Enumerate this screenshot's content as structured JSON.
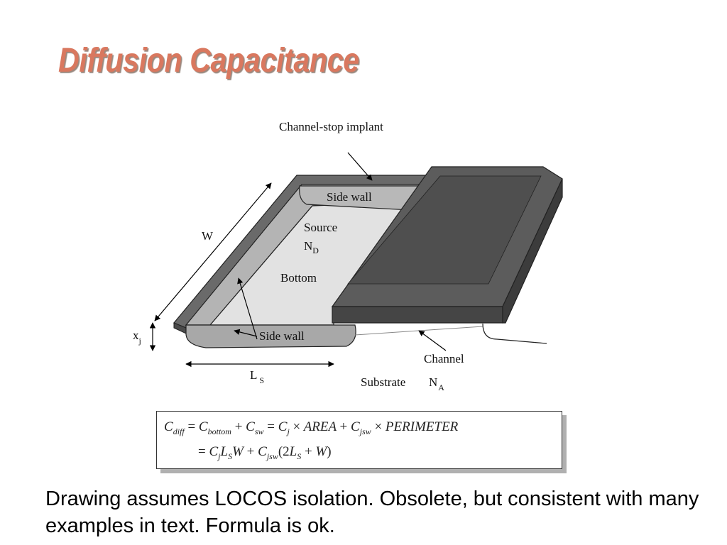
{
  "title": "Diffusion Capacitance",
  "diagram": {
    "labels": {
      "channel_stop": "Channel-stop implant",
      "side_wall_top": "Side wall",
      "source": "Source",
      "nd_main": "N",
      "nd_sub": "D",
      "bottom": "Bottom",
      "w": "W",
      "xj_main": "x",
      "xj_sub": "j",
      "side_wall_bottom": "Side wall",
      "ls_main": "L",
      "ls_sub": "S",
      "channel": "Channel",
      "substrate": "Substrate",
      "na_main": "N",
      "na_sub": "A"
    }
  },
  "formula": {
    "line1": {
      "c": "C",
      "diff": "diff",
      "eq": "=",
      "bottom": "bottom",
      "plus": "+",
      "sw": "sw",
      "j": "j",
      "times": "×",
      "area": "AREA",
      "jsw": "jsw",
      "perimeter": "PERIMETER"
    },
    "line2": {
      "eq": "=",
      "c": "C",
      "j": "j",
      "l": "L",
      "s": "S",
      "w": "W",
      "plus": "+",
      "jsw": "jsw",
      "two": "2",
      "open": "(",
      "close": ")"
    }
  },
  "note": "Drawing assumes LOCOS isolation. Obsolete, but consistent with many examples in text. Formula is ok."
}
